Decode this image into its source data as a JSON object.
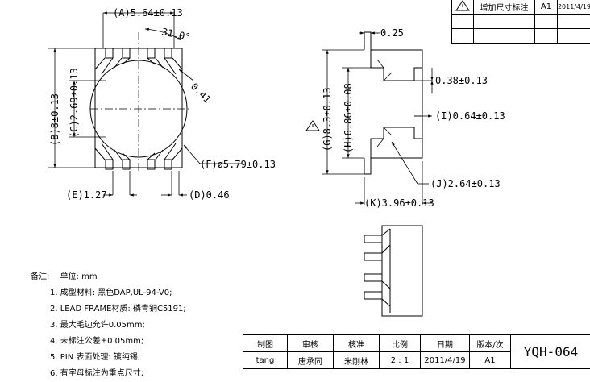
{
  "dimensions": {
    "a": "(A)5.64±0.13",
    "angle": "31.0°",
    "radius": "0.41",
    "b": "(B)8±0.13",
    "c": "(C)2.69±0.13",
    "f": "(F)ø5.79±0.13",
    "e": "(E)1.27",
    "d": "(D)0.46",
    "thickness": "0.25",
    "pin_offset": "0.38±0.13",
    "g": "(G)8.3±0.13",
    "h": "(H)6.86±0.08",
    "i": "(I)0.64±0.13",
    "j": "(J)2.64±0.13",
    "k": "(K)3.96±0.13"
  },
  "revision": {
    "description": "增加尺寸标注",
    "version": "A1",
    "date": "2011/4/19"
  },
  "notes": {
    "title": "备注:",
    "unit": "单位: mm",
    "items": [
      "1. 成型材料: 黑色DAP,UL-94-V0;",
      "2. LEAD FRAME材质: 磷青铜C5191;",
      "3. 最大毛边允许0.05mm;",
      "4. 未标注公差±0.05mm;",
      "5. PIN 表面处理: 镀纯锡;",
      "6. 有字母标注为重点尺寸;"
    ]
  },
  "title_block": {
    "headers": [
      "制图",
      "审核",
      "核准",
      "比例",
      "日期",
      "版本/次"
    ],
    "values": [
      "tang",
      "唐承同",
      "米刚林",
      "2 : 1",
      "2011/4/19",
      "A1"
    ],
    "drawing_number": "YQH-064"
  }
}
